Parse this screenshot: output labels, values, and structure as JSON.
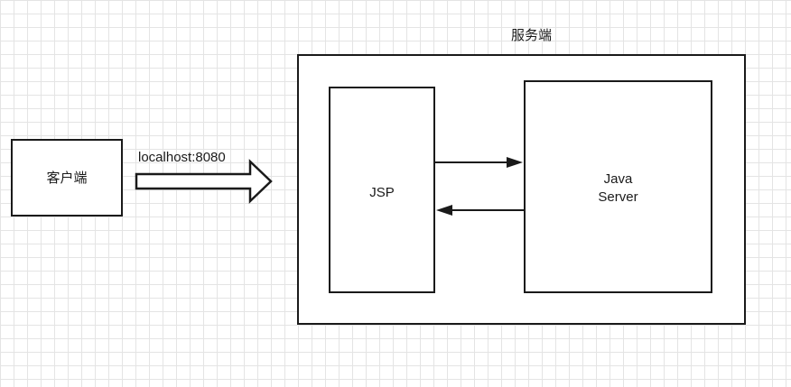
{
  "nodes": {
    "client": {
      "label": "客户端"
    },
    "server_group": {
      "label": "服务端"
    },
    "jsp": {
      "label": "JSP"
    },
    "java_server": {
      "line1": "Java",
      "line2": "Server"
    }
  },
  "edges": {
    "client_to_server": {
      "label": "localhost:8080"
    }
  },
  "colors": {
    "stroke": "#1a1a1a",
    "grid": "#e4e4e4",
    "background": "#ffffff"
  }
}
